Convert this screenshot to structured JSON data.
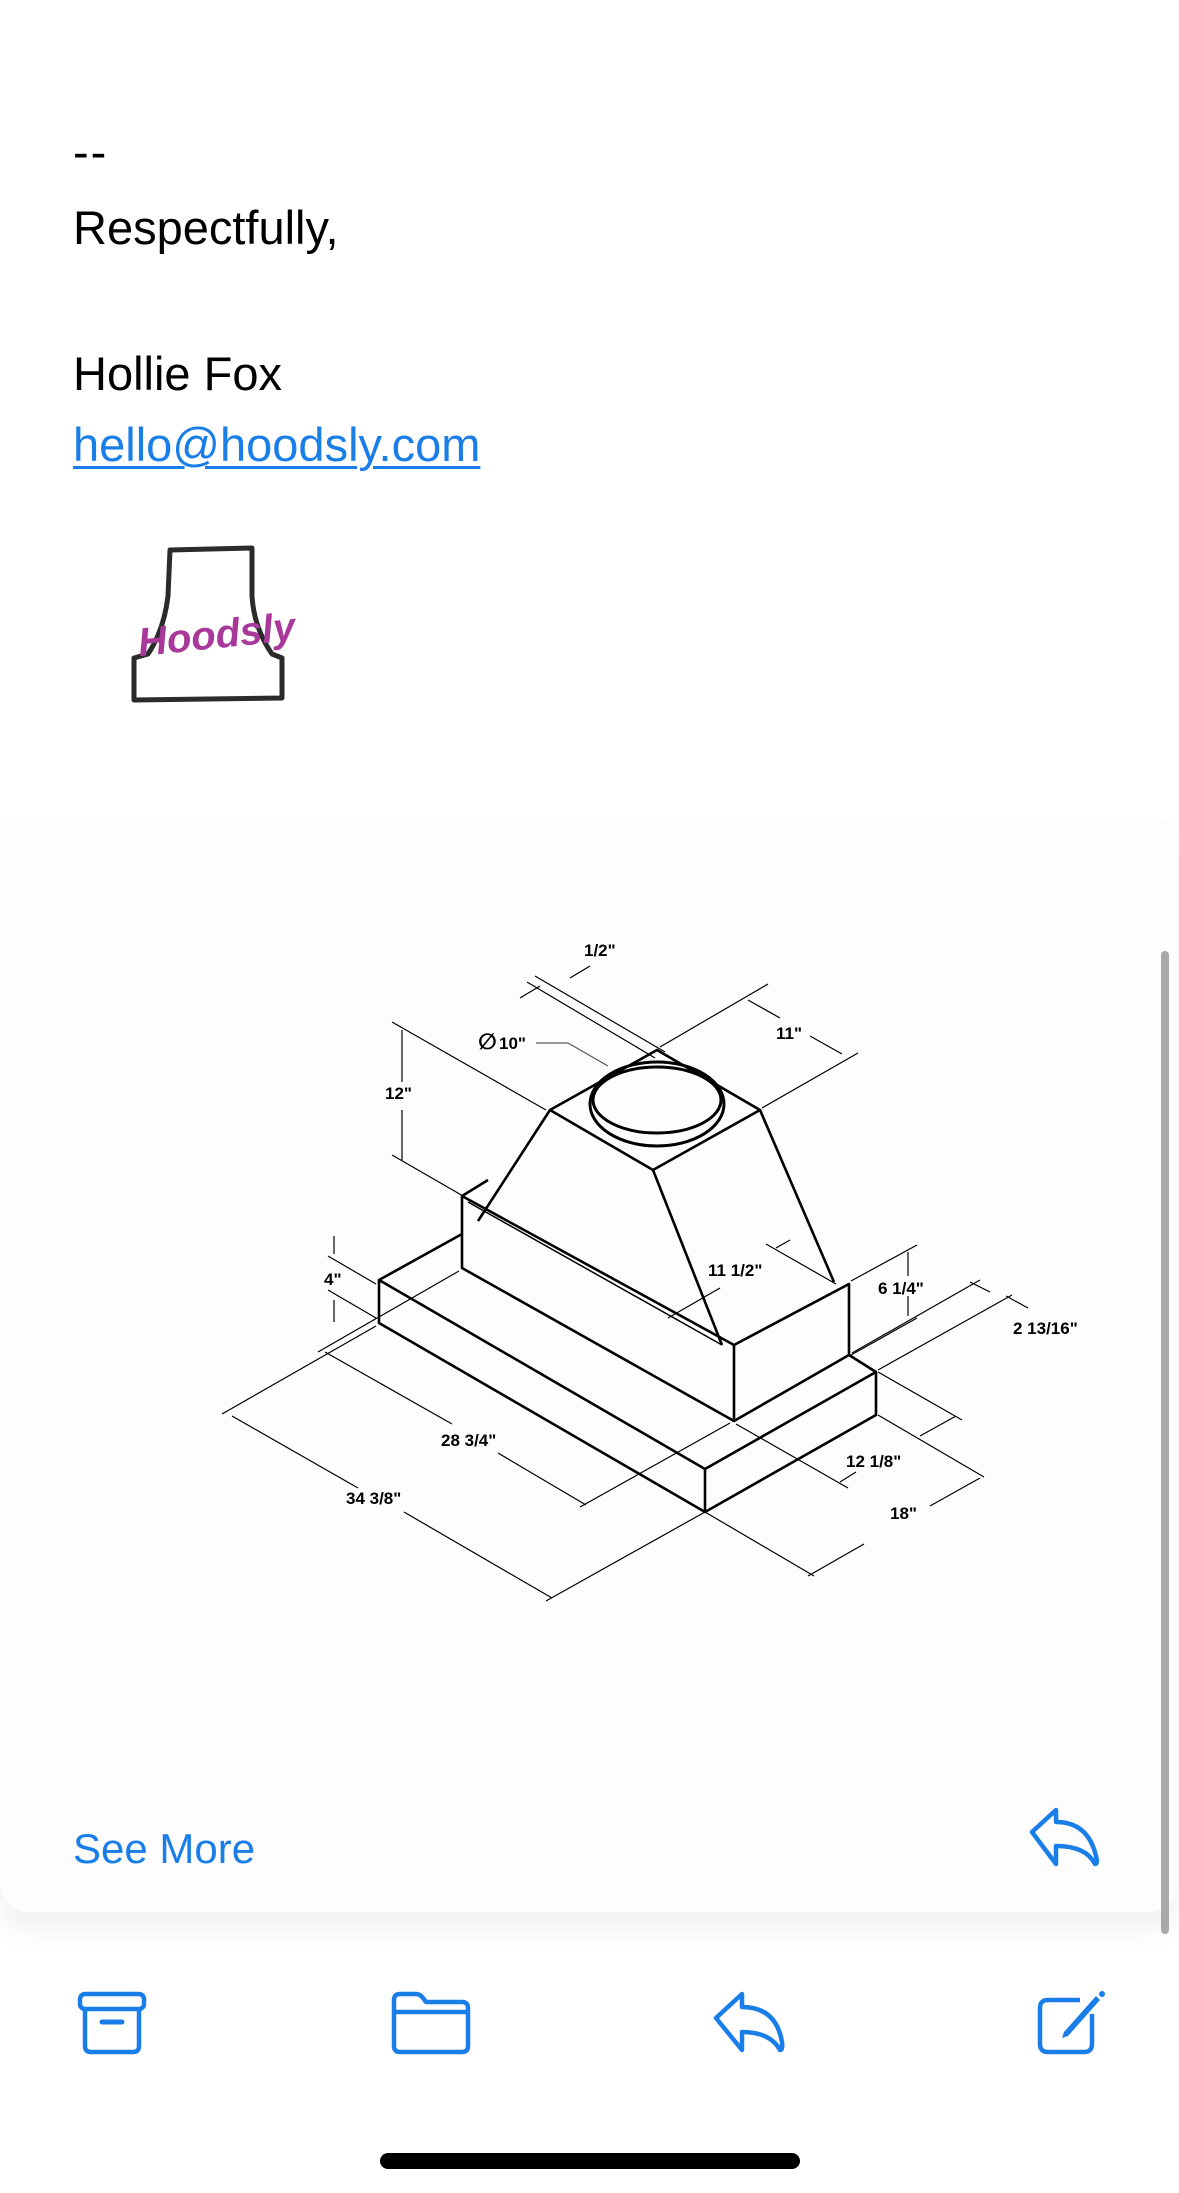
{
  "signature": {
    "separator": "--",
    "closing": "Respectfully,",
    "name": "Hollie Fox",
    "email": "hello@hoodsly.com",
    "logo_text": "Hoodsly"
  },
  "attachment": {
    "type": "isometric dimension drawing of range hood insert",
    "dimensions": {
      "collar_lip": "1/2\"",
      "collar_diameter": "10\"",
      "top_depth": "11\"",
      "height_top": "12\"",
      "liner_depth": "11 1/2\"",
      "liner_height": "6 1/4\"",
      "setback": "2 13/16\"",
      "base_height": "4\"",
      "liner_width": "28 3/4\"",
      "base_width": "34 3/8\"",
      "liner_depth_base": "12 1/8\"",
      "base_depth": "18\""
    },
    "diameter_symbol": "∅"
  },
  "card": {
    "see_more_label": "See More",
    "reply_icon": "reply-arrow-icon"
  },
  "toolbar": {
    "items": [
      {
        "name": "archive",
        "icon": "archive-box-icon"
      },
      {
        "name": "move-to-folder",
        "icon": "folder-icon"
      },
      {
        "name": "reply",
        "icon": "reply-arrow-icon"
      },
      {
        "name": "compose",
        "icon": "compose-pencil-icon"
      }
    ]
  },
  "colors": {
    "accent": "#1a7ee8",
    "logo_magenta": "#a8399a",
    "text": "#000000",
    "scrollbar": "#a9a9a9"
  }
}
